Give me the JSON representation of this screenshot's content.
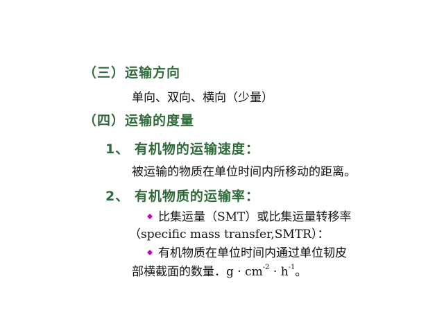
{
  "sections": {
    "direction_heading": "（三）运输方向",
    "direction_body": "单向、双向、横向（少量）",
    "measure_heading": "（四）运输的度量"
  },
  "item1": {
    "heading": "1、 有机物的运输速度：",
    "body": "被运输的物质在单位时间内所移动的距离。"
  },
  "item2": {
    "heading": "2、 有机物质的运输率：",
    "bullet1_line1": "比集运量（SMT）或比集运量转移率",
    "bullet1_line2": "（specific mass transfer,SMTR）：",
    "bullet2_line1": "有机物质在单位时间内通过单位韧皮",
    "bullet2_line2_prefix": "部横截面的数量．g · cm",
    "bullet2_line2_exp1": "-2",
    "bullet2_line2_mid": " · h",
    "bullet2_line2_exp2": "-1",
    "bullet2_line2_suffix": "。"
  },
  "colors": {
    "heading": "#2f6b3a",
    "bullet": "#c800c8",
    "text": "#111111"
  },
  "icons": {
    "bullet": "magenta-diamond-bullet-icon"
  }
}
